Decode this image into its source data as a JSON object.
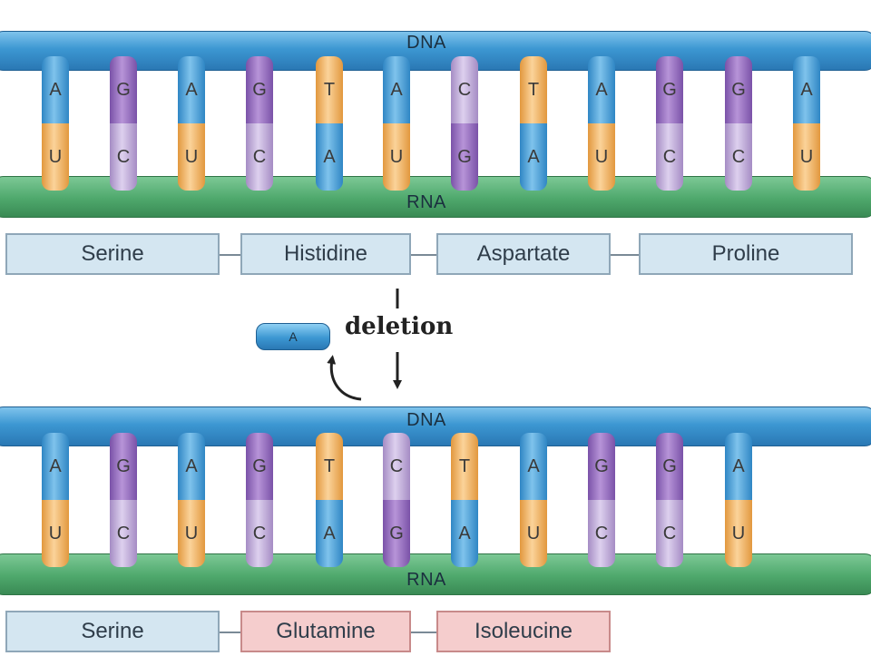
{
  "diagram": {
    "strand_labels": {
      "dna": "DNA",
      "rna": "RNA"
    },
    "original": {
      "pairs": [
        {
          "dna": "A",
          "rna": "U"
        },
        {
          "dna": "G",
          "rna": "C"
        },
        {
          "dna": "A",
          "rna": "U"
        },
        {
          "dna": "G",
          "rna": "C"
        },
        {
          "dna": "T",
          "rna": "A"
        },
        {
          "dna": "A",
          "rna": "U"
        },
        {
          "dna": "C",
          "rna": "G"
        },
        {
          "dna": "T",
          "rna": "A"
        },
        {
          "dna": "A",
          "rna": "U"
        },
        {
          "dna": "G",
          "rna": "C"
        },
        {
          "dna": "G",
          "rna": "C"
        },
        {
          "dna": "A",
          "rna": "U"
        }
      ],
      "amino_acids": [
        "Serine",
        "Histidine",
        "Aspartate",
        "Proline"
      ]
    },
    "deletion": {
      "label": "deletion",
      "removed_base": "A"
    },
    "mutated": {
      "pairs": [
        {
          "dna": "A",
          "rna": "U"
        },
        {
          "dna": "G",
          "rna": "C"
        },
        {
          "dna": "A",
          "rna": "U"
        },
        {
          "dna": "G",
          "rna": "C"
        },
        {
          "dna": "T",
          "rna": "A"
        },
        {
          "dna": "C",
          "rna": "G"
        },
        {
          "dna": "T",
          "rna": "A"
        },
        {
          "dna": "A",
          "rna": "U"
        },
        {
          "dna": "G",
          "rna": "C"
        },
        {
          "dna": "G",
          "rna": "C"
        },
        {
          "dna": "A",
          "rna": "U"
        }
      ],
      "amino_acids": [
        "Serine",
        "Glutamine",
        "Isoleucine"
      ]
    },
    "colors": {
      "A": "#3c97d2",
      "T": "#f3b868",
      "U": "#f3b868",
      "G": "#8c63b8",
      "C": "#c5b2de",
      "dna_backbone": "#3c97d2",
      "rna_backbone": "#4ea86c",
      "normal_amino_acid": "#d4e6f1",
      "mutant_amino_acid": "#f5cdcd"
    }
  }
}
